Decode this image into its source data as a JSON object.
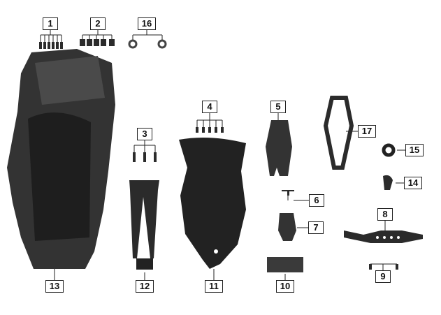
{
  "title": "Rear fender / mudguard parts diagram",
  "callouts": [
    "1",
    "2",
    "16",
    "3",
    "4",
    "5",
    "17",
    "15",
    "14",
    "6",
    "7",
    "8",
    "9",
    "10",
    "11",
    "12",
    "13"
  ],
  "colors": {
    "part": "#2b2b2b",
    "part_light": "#5a5a5a",
    "line": "#222222"
  }
}
